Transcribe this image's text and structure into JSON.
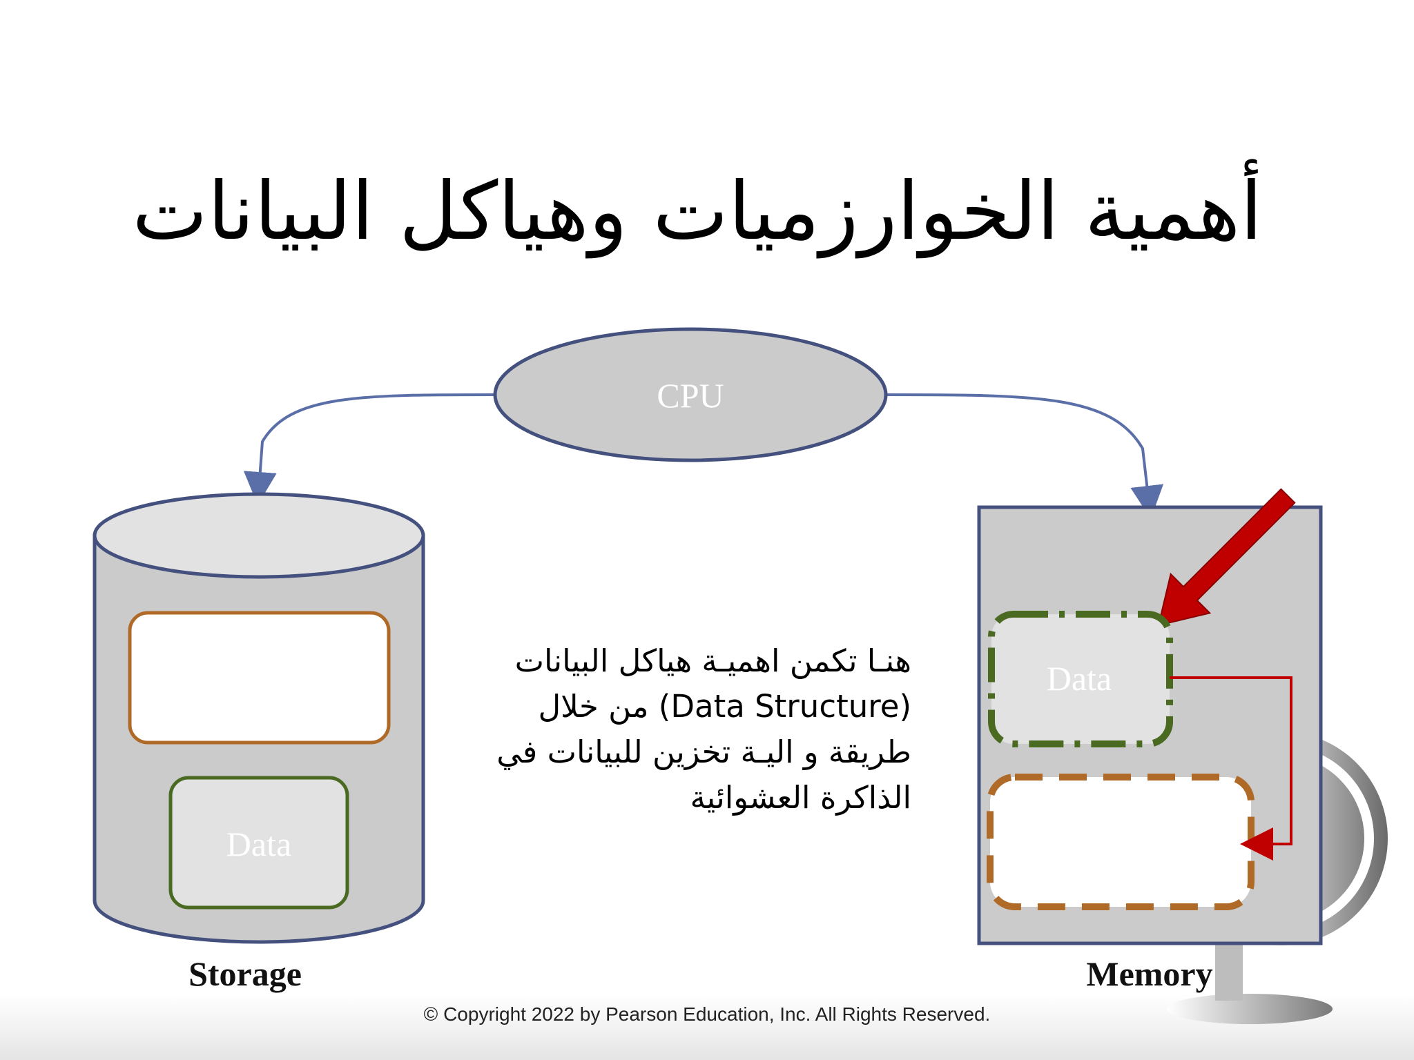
{
  "slide": {
    "title": "أهمية الخوارزميات وهياكل البيانات",
    "paragraph_lines": [
      "هنـا تكمن اهميـة هياكل البيانات",
      "(Data Structure) من خلال",
      "طريقة و اليـة تخزين للبيانات في",
      "الذاكرة العشوائية"
    ],
    "copyright": "© Copyright 2022 by Pearson Education, Inc. All Rights Reserved."
  },
  "diagram": {
    "cpu_label": "CPU",
    "storage_data_label": "Data",
    "memory_data_label": "Data",
    "storage_caption": "Storage",
    "memory_caption": "Memory"
  },
  "colors": {
    "outline": "#44507e",
    "connector": "#5a6ea8",
    "shape_fill": "#cbcbcb",
    "light_fill": "#e2e2e2",
    "orange": "#b06a28",
    "green": "#4a6a22",
    "red": "#c00000"
  }
}
